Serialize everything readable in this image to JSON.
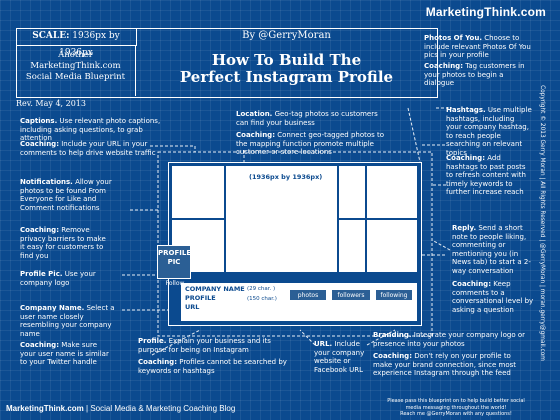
{
  "brand": "MarketingThink.com",
  "scale_label": "SCALE:",
  "scale_value": "1936px by 1936px",
  "left_info": [
    "Another",
    "MarketingThink.com",
    "Social Media Blueprint"
  ],
  "byline": "By @GerryMoran",
  "title_line1": "How To Build The",
  "title_line2": "Perfect Instagram Profile",
  "revision": "Rev. May 4, 2013",
  "notes": {
    "captions": {
      "head": "Captions.",
      "body": " Use relevant  photo captions, including asking questions, to grab attention"
    },
    "coaching_url": {
      "head": "Coaching:",
      "body": " Include your URL in your comments to help drive website traffic"
    },
    "location": {
      "head": "Location.",
      "body": " Geo-tag photos so customers can find your business"
    },
    "coaching_geo": {
      "head": "Coaching:",
      "body": " Connect geo-tagged photos to the mapping function promote multiple customer or store locations"
    },
    "photos_of_you": {
      "head": "Photos Of You.",
      "body": " Choose to include relevant Photos Of You pics in your profile"
    },
    "coaching_tag": {
      "head": "Coaching:",
      "body": " Tag customers in your photos to begin a dialogue"
    },
    "hashtags": {
      "head": "Hashtags.",
      "body": " Use  multiple hashtags, including your company hashtag, to reach people searching on relevant topics"
    },
    "coaching_hashtag": {
      "head": "Coaching:",
      "body": " Add hashtags to past posts to refresh content with timely keywords to further increase reach"
    },
    "notifications": {
      "head": "Notifications.",
      "body": " Allow your photos to be found From Everyone for Like and Comment notifications"
    },
    "coaching_privacy": {
      "head": "Coaching:",
      "body": " Remove privacy barriers to make it easy for customers to find you"
    },
    "profile_pic": {
      "head": "Profile Pic.",
      "body": " Use your company logo"
    },
    "company_name": {
      "head": "Company Name.",
      "body": " Select a user name closely resembling your company name"
    },
    "coaching_name": {
      "head": "Coaching:",
      "body": " Make sure your user name is similar to your Twitter handle"
    },
    "reply": {
      "head": "Reply.",
      "body": "  Send a short note to people liking, commenting  or mentioning you (in News tab) to start a 2-way conversation"
    },
    "coaching_reply": {
      "head": "Coaching:",
      "body": " Keep comments to a conversational level by asking a question"
    },
    "profile": {
      "head": "Profile.",
      "body": " Explain your business and its purpose for being on Instagram"
    },
    "coaching_profile": {
      "head": "Coaching:",
      "body": " Profiles cannot be searched by keywords or hashtags"
    },
    "url": {
      "head": "URL.",
      "body": " Include your company website or Facebook URL"
    },
    "branding": {
      "head": "Branding.",
      "body": " Integrate your company logo or presence into your photos"
    },
    "coaching_brand": {
      "head": "Coaching:",
      "body": " Don't rely on your profile to make your brand connection, since most experience Instagram through the feed"
    }
  },
  "mockup": {
    "dimension": "(1936px by 1936px)",
    "profile_pic": "PROFILE PIC",
    "follow": "Follow",
    "company_name": "COMPANY NAME",
    "profile": "PROFILE",
    "url": "URL",
    "chars_29": "(29 char. )",
    "chars_150": "(150 char.)",
    "btn_photos": "photos",
    "btn_followers": "followers",
    "btn_following": "following"
  },
  "footer_left_brand": "MarketingThink.com",
  "footer_left_rest": " | Social Media & Marketing Coaching Blog",
  "footer_right": [
    "Please pass this blueprint on to help build  better social",
    "media messaging throughout the world!",
    "Reach me @GerryMoran with any questions!"
  ],
  "copyright": "Copyright © 2013 Gerry Moran | All Rights Reserved | @GerryMoran | moran.gerry@gmail.com"
}
